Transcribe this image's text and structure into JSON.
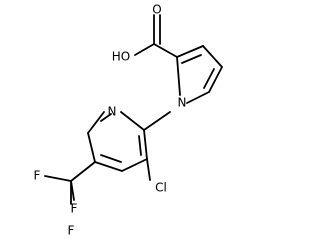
{
  "molecule": {
    "labels": {
      "ho": "HO",
      "o": "O",
      "n_pyrrole": "N",
      "n_pyridine": "N",
      "cl": "Cl",
      "f_top": "F",
      "f_left": "F",
      "f_bottom": "F"
    }
  }
}
